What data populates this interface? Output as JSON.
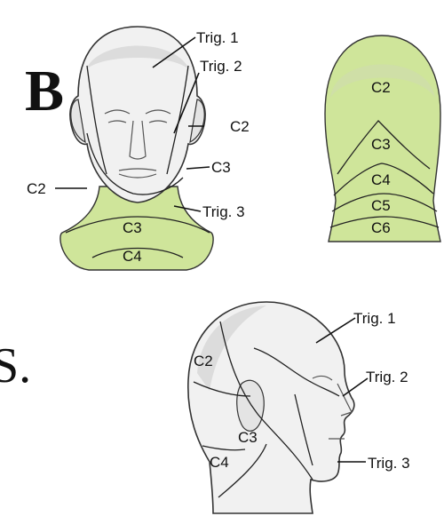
{
  "panel_letter": "B",
  "stray_text": "S.",
  "front_view": {
    "labels": {
      "trig1": "Trig. 1",
      "trig2": "Trig. 2",
      "c2_right": "C2",
      "c3_right": "C3",
      "c2_left": "C2",
      "trig3": "Trig. 3"
    },
    "neck_segments": {
      "c3": "C3",
      "c4": "C4"
    }
  },
  "back_view": {
    "segments": {
      "c2": "C2",
      "c3": "C3",
      "c4": "C4",
      "c5": "C5",
      "c6": "C6"
    }
  },
  "side_view": {
    "labels": {
      "trig1": "Trig. 1",
      "trig2": "Trig. 2",
      "trig3": "Trig. 3"
    },
    "segments": {
      "c2": "C2",
      "c3": "C3",
      "c4": "C4"
    }
  },
  "colors": {
    "dermatome_green": "#cfe59a",
    "skin": "#f1f1f1",
    "outline": "#333333"
  }
}
